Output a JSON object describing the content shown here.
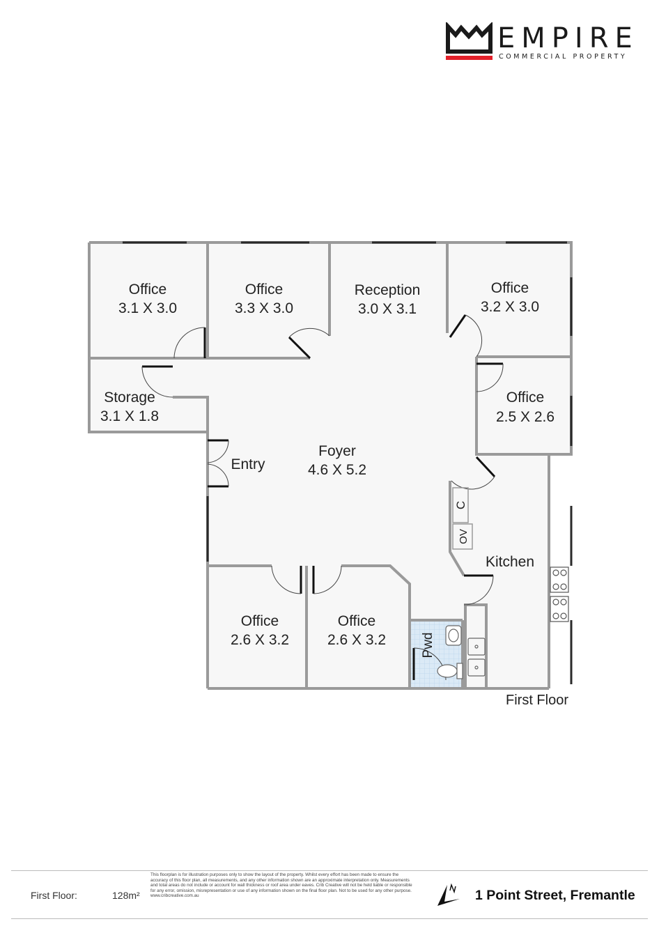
{
  "brand": {
    "name": "EMPIRE",
    "tagline": "COMMERCIAL PROPERTY",
    "colors": {
      "dark": "#1a1a1a",
      "accent": "#e3202a"
    }
  },
  "plan": {
    "colors": {
      "wall": "#9a9a9a",
      "floor": "#f7f7f7",
      "tile": "#dbeaf6"
    },
    "rooms": [
      {
        "id": "office-1",
        "name": "Office",
        "dims": "3.1 X 3.0"
      },
      {
        "id": "office-2",
        "name": "Office",
        "dims": "3.3 X 3.0"
      },
      {
        "id": "reception",
        "name": "Reception",
        "dims": "3.0 X 3.1"
      },
      {
        "id": "office-3",
        "name": "Office",
        "dims": "3.2 X 3.0"
      },
      {
        "id": "storage",
        "name": "Storage",
        "dims": "3.1 X 1.8"
      },
      {
        "id": "office-4",
        "name": "Office",
        "dims": "2.5 X 2.6"
      },
      {
        "id": "foyer",
        "name": "Foyer",
        "dims": "4.6 X 5.2"
      },
      {
        "id": "office-5",
        "name": "Office",
        "dims": "2.6 X 3.2"
      },
      {
        "id": "office-6",
        "name": "Office",
        "dims": "2.6 X 3.2"
      }
    ],
    "labels": {
      "entry": "Entry",
      "kitchen": "Kitchen",
      "pwd": "Pwd",
      "cupboard": "C",
      "oven": "OV"
    },
    "floor_label": "First Floor"
  },
  "footer": {
    "floor_label": "First Floor:",
    "area": "128m²",
    "disclaimer": "This floorplan is for illustration purposes only to show the layout of the property. Whilst every effort has been made to ensure the accuracy of this floor plan, all measurements, and any other information shown are an approximate interpretation only. Measurements and total areas do not include or account for wall thickness or roof area under eaves. Crib Creative will not be held liable or responsible for any error, omission, misrepresentation or use of any information shown on the final floor plan. Not to be used for any other purpose. www.cribcreative.com.au",
    "address": "1 Point Street, Fremantle",
    "compass_icon": "north-arrow-icon"
  }
}
